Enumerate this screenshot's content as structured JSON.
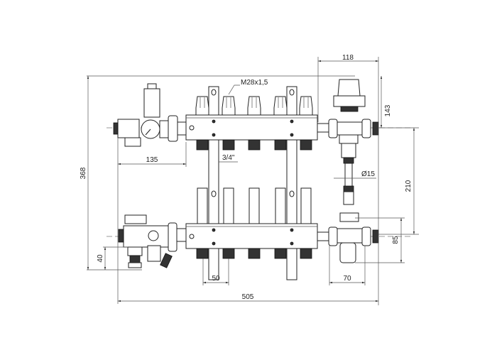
{
  "drawing": {
    "title": "Manifold assembly dimensional drawing",
    "dimensions": {
      "d118": "118",
      "d143": "143",
      "d210": "210",
      "d85": "85",
      "d368": "368",
      "d40": "40",
      "d135": "135",
      "d50": "50",
      "d70": "70",
      "d505": "505",
      "thread": "M28x1,5",
      "outlet": "3/4\"",
      "pipe_diameter": "Ø15"
    }
  }
}
